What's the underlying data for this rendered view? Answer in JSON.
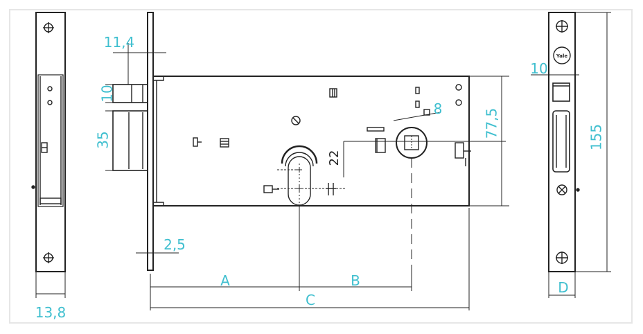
{
  "dimensions": {
    "left_strip_width": "13,8",
    "faceplate_offset": "11,4",
    "latch_height": "10",
    "bolt_height": "35",
    "faceplate_thickness": "2,5",
    "follower_to_keyhole": "22",
    "case_height": "77,5",
    "follower_square": "8",
    "right_plate_height": "155",
    "right_bolt_height": "10",
    "dim_a": "A",
    "dim_b": "B",
    "dim_c": "C",
    "dim_d": "D"
  },
  "brand_logo": "Yale",
  "colors": {
    "line": "#222222",
    "dimension_text": "#3fbfcf",
    "frame": "#e6e6e6"
  }
}
